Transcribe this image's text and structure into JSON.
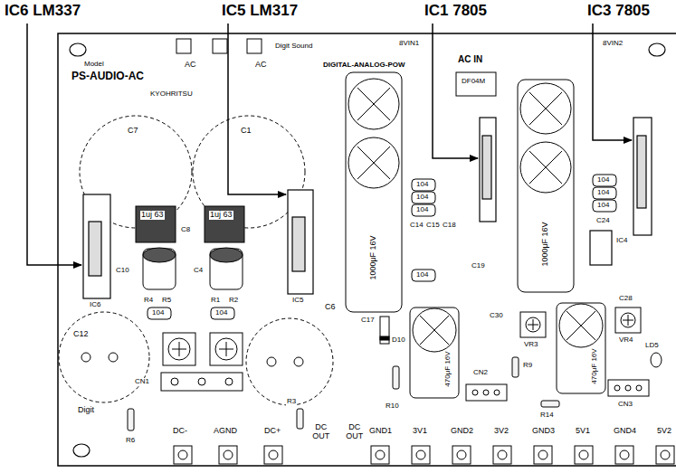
{
  "diagram": {
    "labels": [
      "IC6 LM337",
      "IC5 LM317",
      "IC1 7805",
      "IC3 7805",
      "Model",
      "PS-AUDIO-AC",
      "KYOHRITSU",
      "AC",
      "AC",
      "Digit Sound",
      "8VIN1",
      "AC IN",
      "8VIN2",
      "DIGITAL-ANALOG-POW",
      "DF04M",
      "C7",
      "C1",
      "1uj 63",
      "1uj 63",
      "C8",
      "C10",
      "C4",
      "R4",
      "R5",
      "R1",
      "R2",
      "104",
      "104",
      "IC6",
      "IC5",
      "C12",
      "C6",
      "Digit",
      "CN1",
      "R6",
      "R3",
      "DC-",
      "AGND",
      "DC+",
      "DC OUT",
      "1000μF 16V",
      "1000μF 16V",
      "C17",
      "104",
      "104",
      "104",
      "C14",
      "C15",
      "C18",
      "104",
      "C19",
      "D10",
      "R10",
      "470μF 16V",
      "470μF 16V",
      "VR3",
      "VR4",
      "C28",
      "C30",
      "CN2",
      "CN3",
      "R9",
      "R14",
      "LD5",
      "IC4",
      "C24",
      "104",
      "104",
      "104",
      "GND1",
      "3V1",
      "GND2",
      "3V2",
      "GND3",
      "5V1",
      "GND4",
      "5V2",
      "DC OUT"
    ]
  }
}
